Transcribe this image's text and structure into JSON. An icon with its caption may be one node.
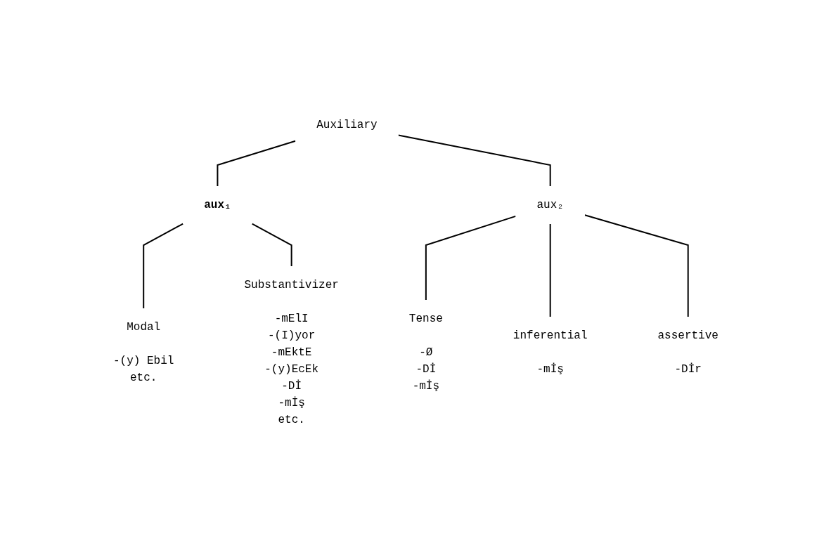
{
  "diagram": {
    "nodes": [
      {
        "text": [
          "Auxiliary"
        ]
      },
      {
        "text": [
          "aux₁"
        ]
      },
      {
        "text": [
          "aux₂"
        ]
      },
      {
        "text": [
          "Modal"
        ],
        "beside": [
          "-(y) Ebil",
          "etc."
        ]
      },
      {
        "text": [
          "Substantivizer"
        ],
        "beside": [
          "-mElI",
          "-(I)yor",
          "-mEktE",
          "-(y)EcEk",
          "-Dİ",
          "-mİş",
          "etc."
        ]
      },
      {
        "text": [
          "Tense"
        ],
        "beside": [
          "-Ø",
          "-Dİ",
          "-mİş"
        ]
      },
      {
        "text": [
          "inferential"
        ],
        "beside": [
          "-mİş"
        ]
      },
      {
        "text": [
          "assertive"
        ],
        "beside": [
          "-Dİr"
        ]
      }
    ],
    "edges": [
      {
        "from": 0,
        "to": 1,
        "arrow": "none"
      },
      {
        "from": 0,
        "to": 2,
        "arrow": "none"
      },
      {
        "from": 1,
        "to": 3,
        "arrow": "none"
      },
      {
        "from": 1,
        "to": 4,
        "arrow": "none"
      },
      {
        "from": 2,
        "to": 5,
        "arrow": "none"
      },
      {
        "from": 2,
        "to": 6,
        "arrow": "none"
      },
      {
        "from": 2,
        "to": 7,
        "arrow": "none"
      }
    ]
  }
}
